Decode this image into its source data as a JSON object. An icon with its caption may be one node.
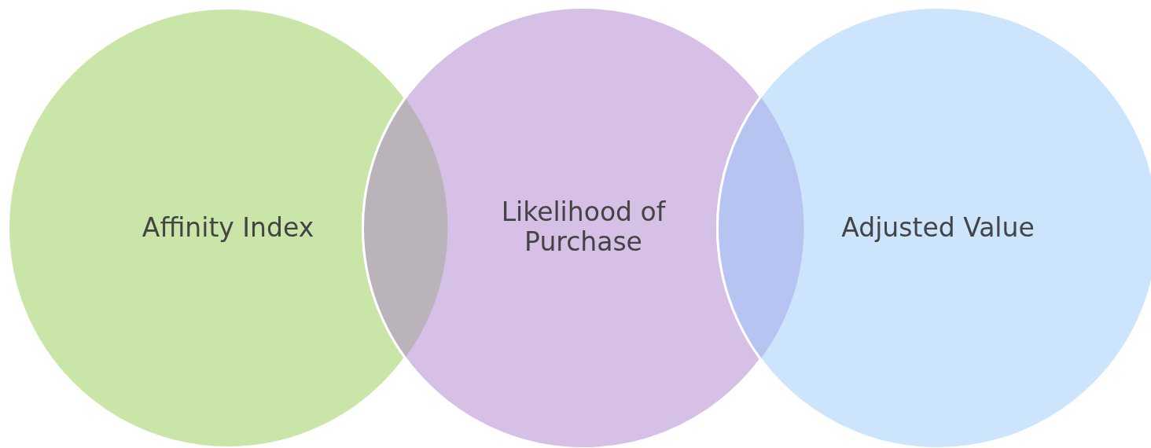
{
  "diagram": {
    "nodes": [
      {
        "text": [
          "Affinity Index"
        ]
      },
      {
        "text": [
          "Likelihood of Purchase"
        ]
      },
      {
        "text": [
          "Adjusted Value"
        ]
      },
      {
        "text": [],
        "shape": "lens"
      },
      {
        "text": [],
        "shape": "lens"
      }
    ]
  }
}
